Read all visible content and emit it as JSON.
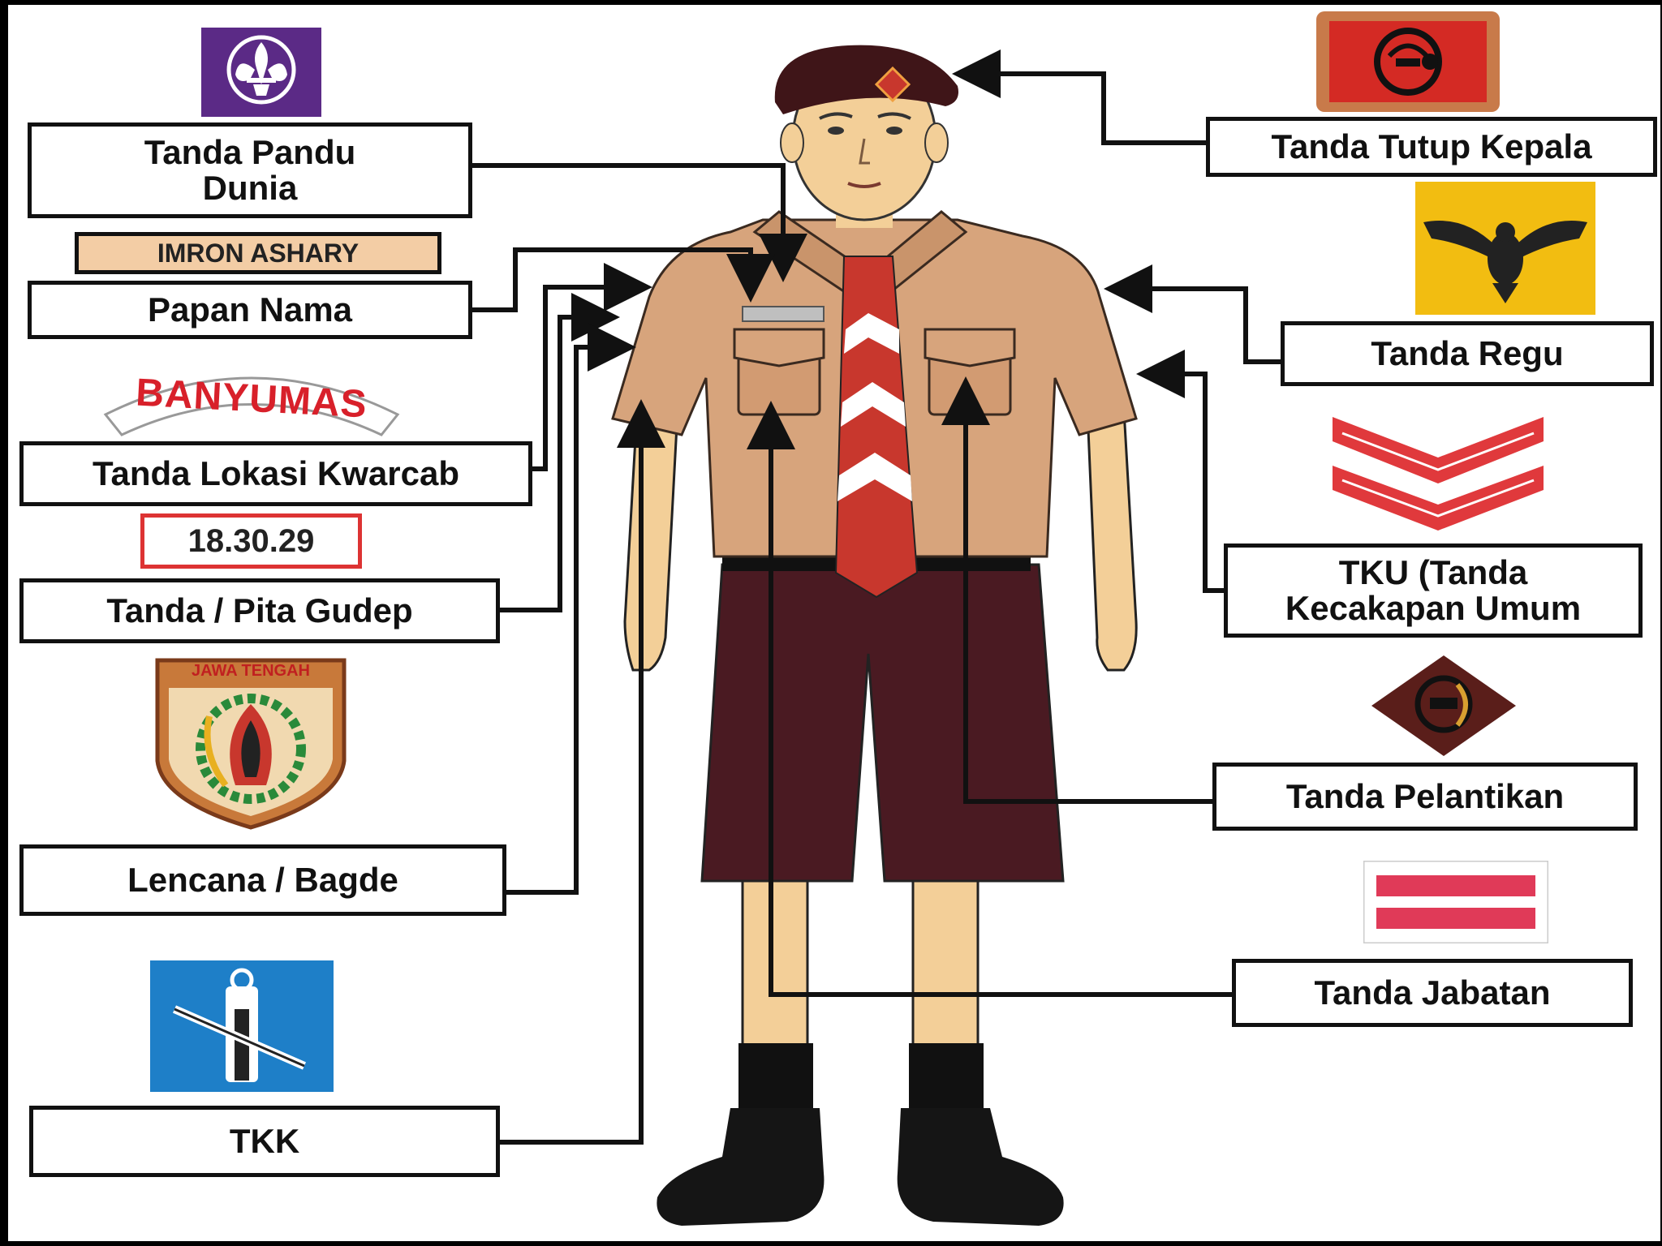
{
  "labels": {
    "tanda_pandu_dunia": "Tanda Pandu\nDunia",
    "papan_nama": "Papan Nama",
    "tanda_lokasi_kwarcab": "Tanda Lokasi Kwarcab",
    "tanda_pita_gudep": "Tanda / Pita Gudep",
    "lencana_bagde": "Lencana / Bagde",
    "tkk": "TKK",
    "tanda_tutup_kepala": "Tanda Tutup Kepala",
    "tanda_regu": "Tanda Regu",
    "tku": "TKU (Tanda\nKecakapan Umum",
    "tanda_pelantikan": "Tanda Pelantikan",
    "tanda_jabatan": "Tanda Jabatan"
  },
  "badges": {
    "name_plate_text": "IMRON ASHARY",
    "kwarcab_text": "BANYUMAS",
    "gudep_text": "18.30.29",
    "province_text": "JAWA TENGAH"
  },
  "icons": {
    "world_scout": "fleur-de-lis-icon",
    "head_cover": "head-cover-badge-icon",
    "regu": "eagle-badge-icon",
    "tku": "chevron-rank-icon",
    "pelantikan": "diamond-badge-icon",
    "jabatan": "stripes-badge-icon",
    "tkk": "tkk-badge-icon",
    "lencana": "province-shield-icon"
  },
  "colors": {
    "label_border": "#111111",
    "arrow": "#111111",
    "shirt": "#d7a47c",
    "shorts": "#4a1a22",
    "scarf_red": "#c8372d",
    "beret": "#3f1518",
    "skin": "#f3cf98",
    "purple": "#5b2a86",
    "gold": "#f2bd11",
    "blue": "#1e7fc8"
  }
}
